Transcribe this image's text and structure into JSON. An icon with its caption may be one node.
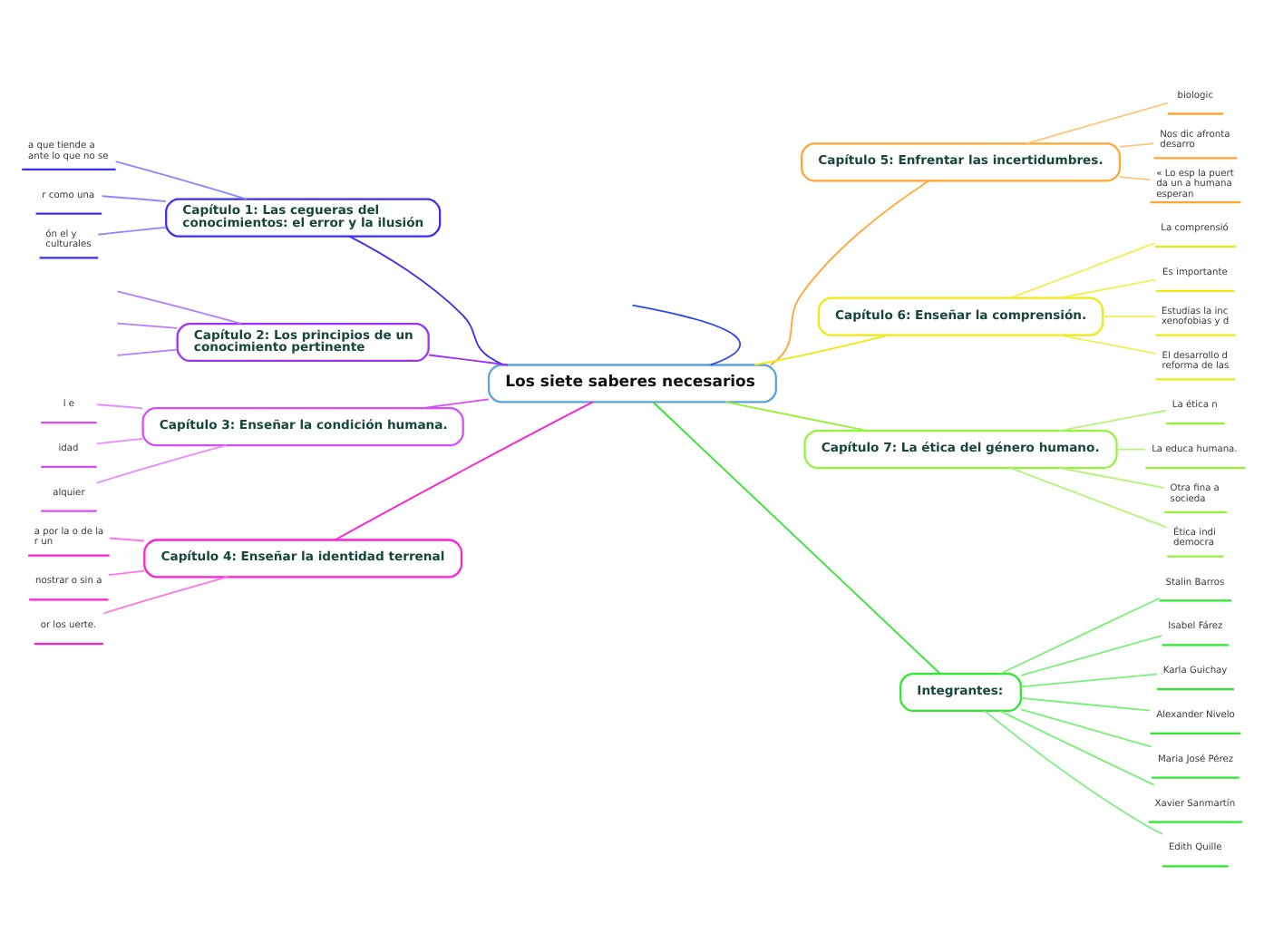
{
  "diagram": {
    "nodes": [
      {
        "text": [
          "Los siete saberes necesarios"
        ]
      },
      {
        "text": [
          "Capítulo 1: Las cegueras del conocimientos: el error y la ilusión"
        ]
      },
      {
        "text": [
          "a que tiende a ante lo que no se"
        ]
      },
      {
        "text": [
          "r como una"
        ]
      },
      {
        "text": [
          "ón el y culturales"
        ]
      },
      {
        "text": [
          "Capítulo 2: Los principios de un conocimiento pertinente"
        ]
      },
      {
        "text": [
          "Capítulo 3: Enseñar la condición humana."
        ]
      },
      {
        "text": [
          "l e"
        ]
      },
      {
        "text": [
          "idad"
        ]
      },
      {
        "text": [
          "alquier"
        ]
      },
      {
        "text": [
          "Capítulo 4: Enseñar la identidad terrenal"
        ]
      },
      {
        "text": [
          "a por la o de la r un"
        ]
      },
      {
        "text": [
          "nostrar o sin a"
        ]
      },
      {
        "text": [
          "or los uerte."
        ]
      },
      {
        "text": [
          "Capítulo 5: Enfrentar las incertidumbres."
        ]
      },
      {
        "text": [
          "biologic"
        ]
      },
      {
        "text": [
          "Nos dic afronta desarro"
        ]
      },
      {
        "text": [
          "« Lo esp la puert da un a humana esperan"
        ]
      },
      {
        "text": [
          "Capítulo 6: Enseñar la comprensión."
        ]
      },
      {
        "text": [
          "La comprensió"
        ]
      },
      {
        "text": [
          "Es importante"
        ]
      },
      {
        "text": [
          "Estudias la inc xenofobias y d"
        ]
      },
      {
        "text": [
          "El desarrollo d reforma de las"
        ]
      },
      {
        "text": [
          "Capítulo 7: La ética del género humano."
        ]
      },
      {
        "text": [
          "La ética n"
        ]
      },
      {
        "text": [
          "La educa humana."
        ]
      },
      {
        "text": [
          "Otra fina a socieda"
        ]
      },
      {
        "text": [
          "Ética indi democra"
        ]
      },
      {
        "text": [
          "Integrantes:"
        ]
      },
      {
        "text": [
          "Stalin Barros"
        ]
      },
      {
        "text": [
          "Isabel Fárez"
        ]
      },
      {
        "text": [
          "Karla Guichay"
        ]
      },
      {
        "text": [
          "Alexander Nivelo"
        ]
      },
      {
        "text": [
          "Maria José Pérez"
        ]
      },
      {
        "text": [
          "Xavier Sanmartín"
        ]
      },
      {
        "text": [
          "Edith Quille"
        ]
      }
    ],
    "edges": [
      {
        "from": 0,
        "to": null,
        "arrow": "none",
        "color": "#2a45f0"
      },
      {
        "from": 0,
        "to": 1,
        "arrow": "none",
        "color": "#3a2ff5"
      },
      {
        "from": 1,
        "to": 2,
        "arrow": "none",
        "color": "#8c86ff"
      },
      {
        "from": 1,
        "to": 3,
        "arrow": "none",
        "color": "#8c86ff"
      },
      {
        "from": 1,
        "to": 4,
        "arrow": "none",
        "color": "#8c86ff"
      },
      {
        "from": 0,
        "to": 5,
        "arrow": "none",
        "color": "#9b30ff"
      },
      {
        "from": 5,
        "to": null,
        "arrow": "none",
        "color": "#b67cff"
      },
      {
        "from": 5,
        "to": null,
        "arrow": "none",
        "color": "#b67cff"
      },
      {
        "from": 5,
        "to": null,
        "arrow": "none",
        "color": "#b67cff"
      },
      {
        "from": 0,
        "to": 6,
        "arrow": "none",
        "color": "#d84cff"
      },
      {
        "from": 6,
        "to": 7,
        "arrow": "none",
        "color": "#e68cff"
      },
      {
        "from": 6,
        "to": 8,
        "arrow": "none",
        "color": "#e68cff"
      },
      {
        "from": 6,
        "to": 9,
        "arrow": "none",
        "color": "#e68cff"
      },
      {
        "from": 0,
        "to": 10,
        "arrow": "none",
        "color": "#ff1fcf"
      },
      {
        "from": 10,
        "to": 11,
        "arrow": "none",
        "color": "#ff77e0"
      },
      {
        "from": 10,
        "to": 12,
        "arrow": "none",
        "color": "#ff77e0"
      },
      {
        "from": 10,
        "to": 13,
        "arrow": "none",
        "color": "#ff77e0"
      },
      {
        "from": 0,
        "to": 14,
        "arrow": "none",
        "color": "#ffa531"
      },
      {
        "from": 14,
        "to": 15,
        "arrow": "none",
        "color": "#ffc57a"
      },
      {
        "from": 14,
        "to": 16,
        "arrow": "none",
        "color": "#ffc57a"
      },
      {
        "from": 14,
        "to": 17,
        "arrow": "none",
        "color": "#ffc57a"
      },
      {
        "from": 0,
        "to": 18,
        "arrow": "none",
        "color": "#eeea10"
      },
      {
        "from": 18,
        "to": 19,
        "arrow": "none",
        "color": "#f2ee55"
      },
      {
        "from": 18,
        "to": 20,
        "arrow": "none",
        "color": "#f2ee55"
      },
      {
        "from": 18,
        "to": 21,
        "arrow": "none",
        "color": "#f2ee55"
      },
      {
        "from": 18,
        "to": 22,
        "arrow": "none",
        "color": "#f2ee55"
      },
      {
        "from": 0,
        "to": 23,
        "arrow": "none",
        "color": "#97f23a"
      },
      {
        "from": 23,
        "to": 24,
        "arrow": "none",
        "color": "#b5f57a"
      },
      {
        "from": 23,
        "to": 25,
        "arrow": "none",
        "color": "#b5f57a"
      },
      {
        "from": 23,
        "to": 26,
        "arrow": "none",
        "color": "#b5f57a"
      },
      {
        "from": 23,
        "to": 27,
        "arrow": "none",
        "color": "#b5f57a"
      },
      {
        "from": 0,
        "to": 28,
        "arrow": "none",
        "color": "#2ee82e"
      },
      {
        "from": 28,
        "to": 29,
        "arrow": "none",
        "color": "#7af07a"
      },
      {
        "from": 28,
        "to": 30,
        "arrow": "none",
        "color": "#7af07a"
      },
      {
        "from": 28,
        "to": 31,
        "arrow": "none",
        "color": "#7af07a"
      },
      {
        "from": 28,
        "to": 32,
        "arrow": "none",
        "color": "#7af07a"
      },
      {
        "from": 28,
        "to": 33,
        "arrow": "none",
        "color": "#7af07a"
      },
      {
        "from": 28,
        "to": 34,
        "arrow": "none",
        "color": "#7af07a"
      },
      {
        "from": 28,
        "to": 35,
        "arrow": "none",
        "color": "#7af07a"
      }
    ]
  }
}
